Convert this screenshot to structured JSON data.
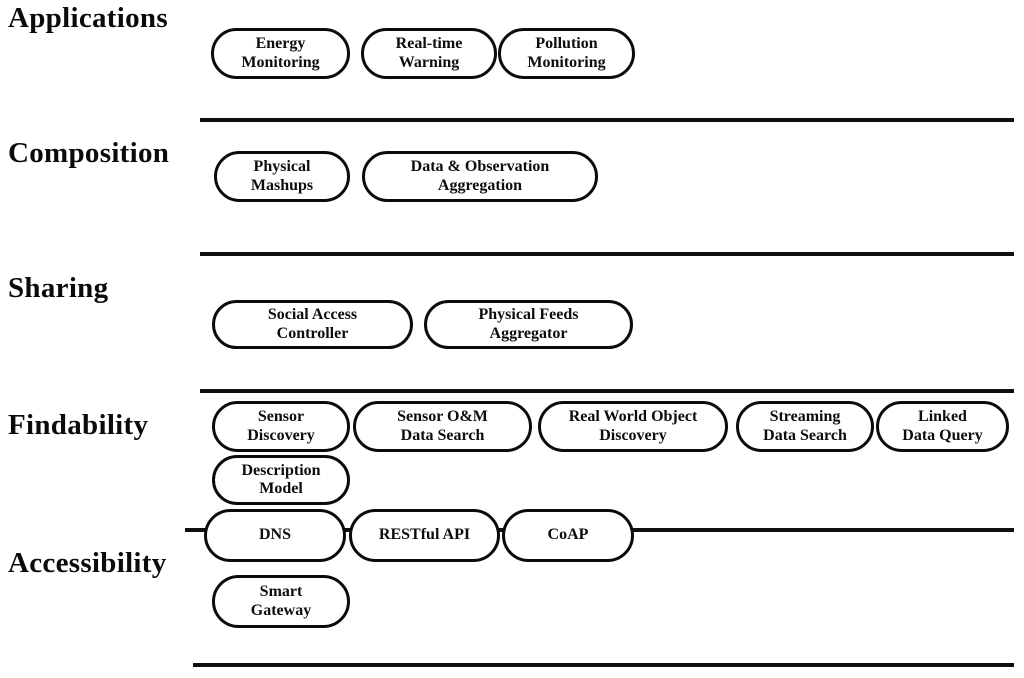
{
  "figure": {
    "title_implicit": "Layered architecture diagram",
    "colors": {
      "ink": "#0b0b0b",
      "background": "#ffffff"
    },
    "layers": [
      {
        "label": "Applications",
        "pills": [
          "Energy\nMonitoring",
          "Real-time\nWarning",
          "Pollution\nMonitoring"
        ]
      },
      {
        "label": "Composition",
        "pills": [
          "Physical\nMashups",
          "Data & Observation\nAggregation"
        ]
      },
      {
        "label": "Sharing",
        "pills": [
          "Social Access\nController",
          "Physical Feeds\nAggregator"
        ]
      },
      {
        "label": "Findability",
        "pills": [
          "Sensor\nDiscovery",
          "Sensor O&M\nData Search",
          "Real World Object\nDiscovery",
          "Streaming\nData Search",
          "Linked\nData Query",
          "Description\nModel"
        ]
      },
      {
        "label": "Accessibility",
        "pills": [
          "DNS",
          "RESTful API",
          "CoAP",
          "Smart\nGateway"
        ]
      }
    ]
  }
}
